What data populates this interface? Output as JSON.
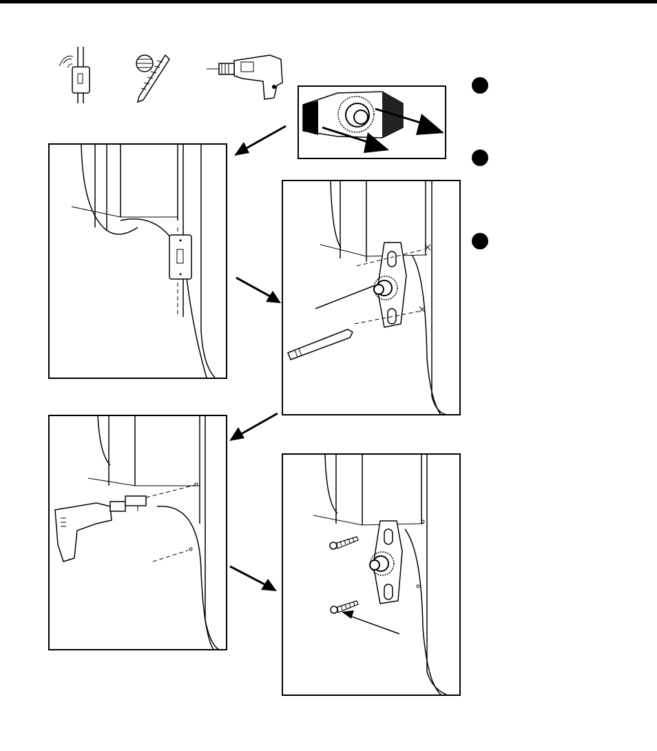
{
  "steps": [
    {
      "marker": ""
    },
    {
      "marker": ""
    },
    {
      "marker": ""
    }
  ],
  "icons": [
    "wall-switch-icon",
    "drill-bit-icon",
    "power-drill-icon"
  ],
  "panels": [
    "wire-wall-panel",
    "mark-holes-panel",
    "drill-holes-panel",
    "screw-mount-panel"
  ],
  "colors": {
    "ink": "#000000",
    "paper": "#ffffff"
  }
}
